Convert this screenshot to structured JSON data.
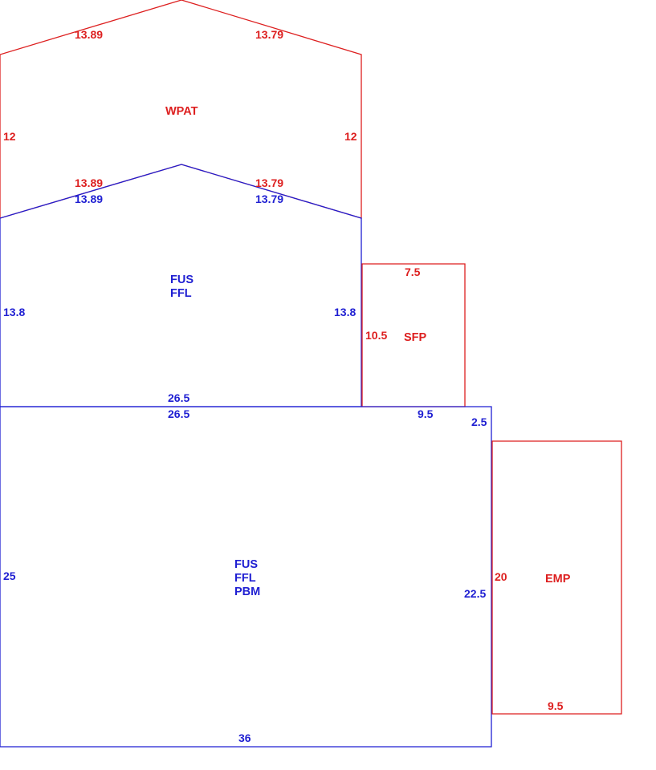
{
  "colors": {
    "red": "#dd1f1f",
    "blue": "#1f1fd2"
  },
  "wpat": {
    "name": "WPAT",
    "roof_left": "13.89",
    "roof_right": "13.79",
    "wall_left": "12",
    "wall_right": "12",
    "base_left": "13.89",
    "base_right": "13.79"
  },
  "upper": {
    "codes": [
      "FUS",
      "FFL"
    ],
    "roof_left": "13.89",
    "roof_right": "13.79",
    "wall_left": "13.8",
    "wall_right": "13.8",
    "bottom": "26.5"
  },
  "sfp": {
    "name": "SFP",
    "top": "7.5",
    "left": "10.5",
    "bottom": "9.5"
  },
  "main": {
    "codes": [
      "FUS",
      "FFL",
      "PBM"
    ],
    "top": "26.5",
    "left": "25",
    "right_upper": "2.5",
    "right_lower": "22.5",
    "bottom": "36"
  },
  "emp": {
    "name": "EMP",
    "left": "20",
    "bottom": "9.5"
  }
}
